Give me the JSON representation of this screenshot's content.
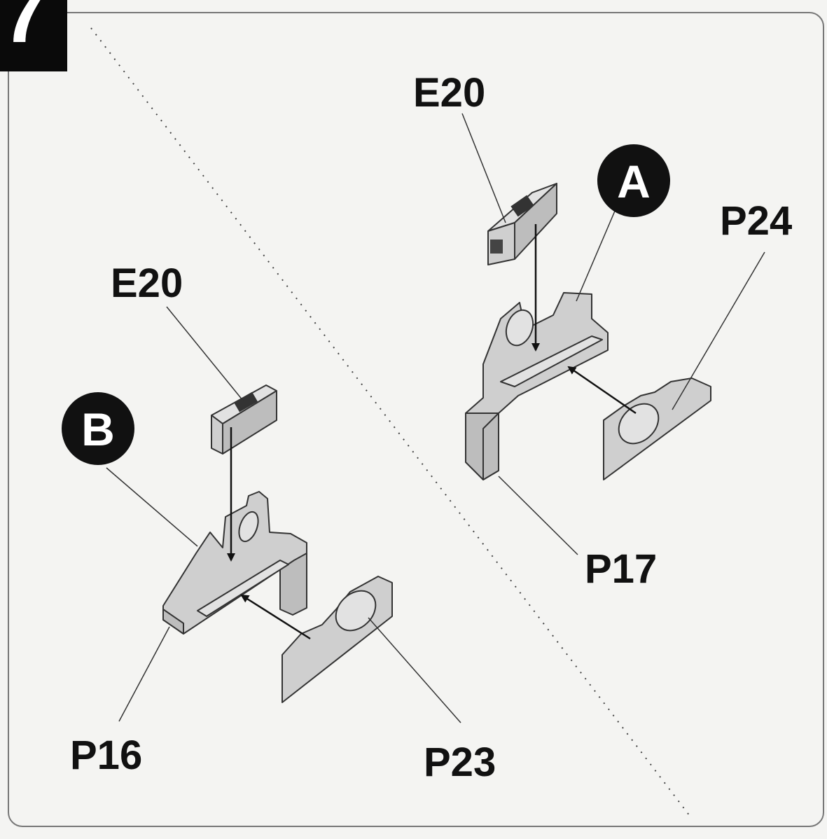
{
  "step": {
    "number": "7"
  },
  "sections": {
    "left": {
      "badge": "B",
      "part_labels": {
        "insert": "E20",
        "base": "P16",
        "plate": "P23"
      }
    },
    "right": {
      "badge": "A",
      "part_labels": {
        "insert": "E20",
        "base": "P17",
        "plate": "P24"
      }
    }
  },
  "colors": {
    "panel_background": "#f4f4f2",
    "part_fill": "#cfcfcf",
    "outline": "#333333",
    "badge": "#111111"
  }
}
